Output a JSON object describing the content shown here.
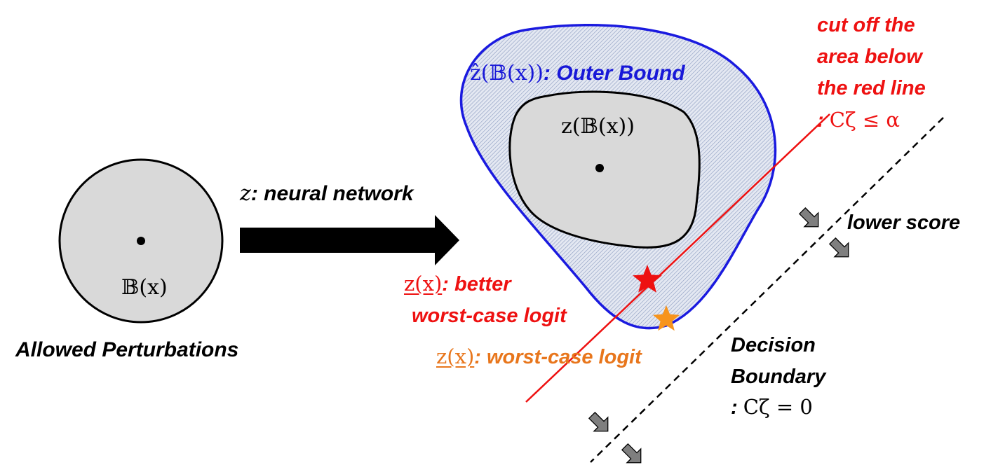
{
  "input_region": {
    "math": "𝔹(x)",
    "caption": "Allowed Perturbations"
  },
  "network_arrow": {
    "symbol": "z",
    "text": ": neural network"
  },
  "outer_bound": {
    "math": "ẑ(𝔹(x))",
    "text": ": Outer Bound",
    "color": "#1818d8"
  },
  "inner_region": {
    "math": "z(𝔹(x))"
  },
  "cut_annotation": {
    "lines": [
      "cut off the",
      "area below",
      "the red line"
    ],
    "constraint_prefix": ": ",
    "constraint_math": "Cζ ≤ α",
    "color": "#ee1111"
  },
  "better_logit": {
    "math": "z(x)",
    "line1": ": better",
    "line2": "worst-case logit",
    "color": "#ee1111"
  },
  "worst_logit": {
    "math": "z(x)",
    "text": ": worst-case logit",
    "color": "#e8761c"
  },
  "decision_boundary": {
    "lines": [
      "Decision",
      "Boundary"
    ],
    "constraint_prefix": ": ",
    "constraint_math": "Cζ = 0"
  },
  "score_note": {
    "text": "lower score"
  }
}
